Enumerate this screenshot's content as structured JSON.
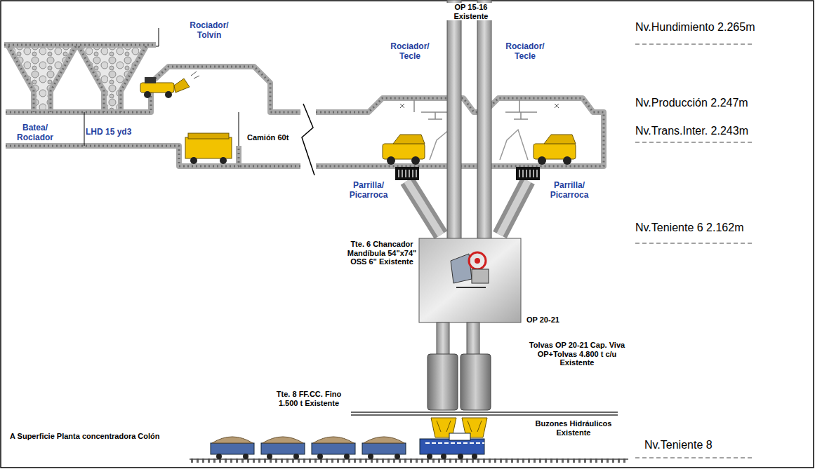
{
  "diagram": {
    "labels": [
      "OP 15-16 Existente",
      "Rociador/ Tolvín",
      "Rociador/ Tecle",
      "Rociador/ Tecle",
      "Batea/ Rociador",
      "LHD 15 yd3",
      "Camión 60t",
      "Parrilla/ Picarroca",
      "Parrilla/ Picarroca",
      "Tte. 6 Chancador Mandíbula 54\"x74\" OSS 6\" Existente",
      "OP 20-21",
      "Tolvas OP 20-21 Cap. Viva OP+Tolvas 4.800 t c/u Existente",
      "Tte. 8 FF.CC. Fino 1.500 t Existente",
      "Buzones Hidráulicos Existente",
      "A Superficie Planta concentradora Colón",
      "Nv.Hundimiento 2.265m",
      "Nv.Producción 2.247m",
      "Nv.Trans.Inter. 2.243m",
      "Nv.Teniente 6 2.162m",
      "Nv.Teniente 8"
    ]
  }
}
